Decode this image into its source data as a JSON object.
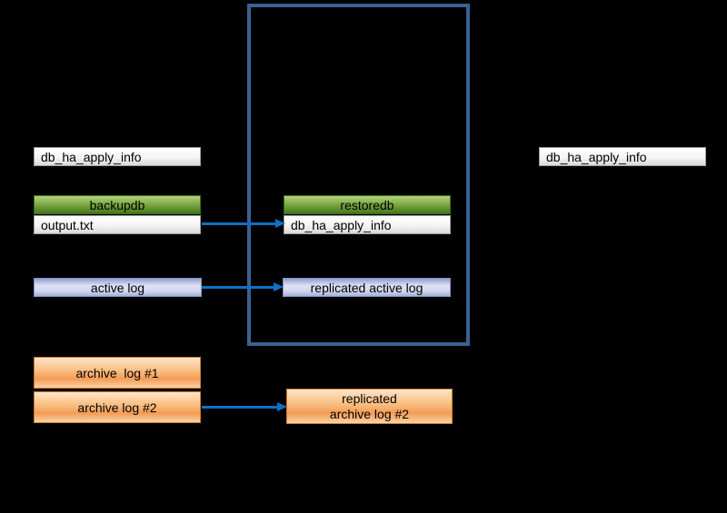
{
  "page": {
    "background": "#000000"
  },
  "palette": {
    "arrow_color": "#0F70C5",
    "container_border_color": "#3A6191",
    "white_box_top": "#FFFFFF",
    "white_box_bottom": "#D8D8D8",
    "green_box_top": "#B5D07E",
    "green_box_bottom": "#47761C",
    "lavender_box_top": "#929CD0",
    "lavender_box_bottom": "#A6AFD9",
    "orange_box_top": "#FDE4C8",
    "orange_box_bottom": "#FBD3A6",
    "text_color": "#000000"
  },
  "nodes": {
    "source_apply_info": {
      "label": "db_ha_apply_info"
    },
    "backupdb": {
      "label": "backupdb"
    },
    "output_txt": {
      "label": "output.txt"
    },
    "restoredb": {
      "label": "restoredb"
    },
    "restored_apply_info": {
      "label": "db_ha_apply_info"
    },
    "active_log": {
      "label": "active log"
    },
    "replicated_active_log": {
      "label": "replicated active log"
    },
    "archive_log_1": {
      "label": "archive  log #1"
    },
    "archive_log_2": {
      "label": "archive log #2"
    },
    "replicated_archive_log_2": {
      "line1": "replicated",
      "line2": "archive log #2"
    },
    "target_apply_info": {
      "label": "db_ha_apply_info"
    }
  }
}
